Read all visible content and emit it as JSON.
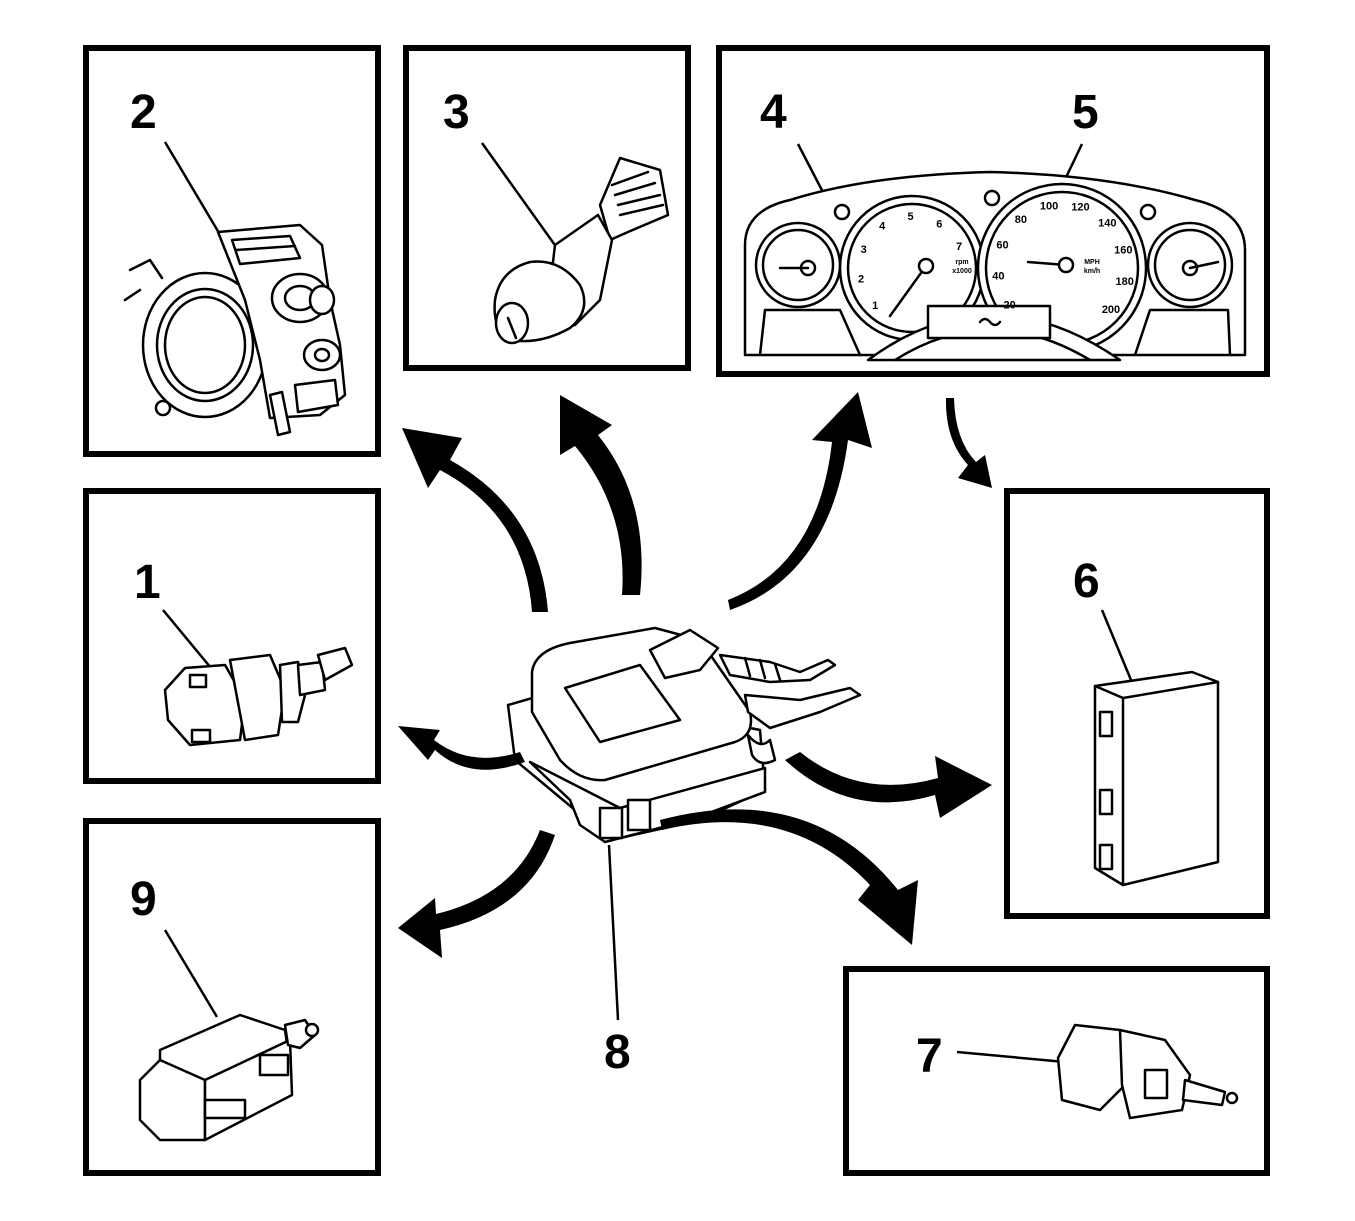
{
  "callouts": {
    "c1": "1",
    "c2": "2",
    "c3": "3",
    "c4": "4",
    "c5": "5",
    "c6": "6",
    "c7": "7",
    "c8": "8",
    "c9": "9"
  },
  "gauge": {
    "tach_ticks": [
      "1",
      "2",
      "3",
      "4",
      "5",
      "6",
      "7"
    ],
    "tach_units": [
      "rpm",
      "x1000"
    ],
    "speedo_ticks": [
      "20",
      "40",
      "60",
      "80",
      "100",
      "120",
      "140",
      "160",
      "180",
      "200"
    ],
    "speedo_units": [
      "MPH",
      "km/h"
    ]
  }
}
